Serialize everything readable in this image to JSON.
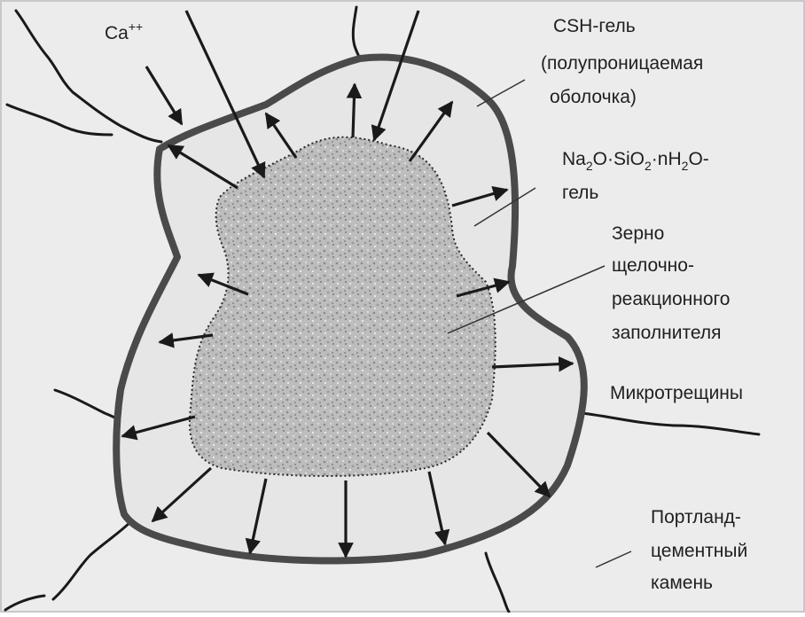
{
  "labels": {
    "ca_ion": {
      "base": "Ca",
      "sup": "++"
    },
    "csh_gel": [
      "CSH-гель",
      "(полупроницаемая",
      "оболочка)"
    ],
    "na_gel_line2": "гель",
    "grain": [
      "Зерно",
      "щелочно-",
      "реакционного",
      "заполнителя"
    ],
    "microcracks": "Микротрещины",
    "cement_stone": [
      "Портланд-",
      "цементный",
      "камень"
    ]
  },
  "na_gel_formula": {
    "parts": [
      "Na",
      "2",
      "O·SiO",
      "2",
      "·nH",
      "2",
      "O-"
    ]
  },
  "colors": {
    "background": "#ececec",
    "shell_fill": "#e6e6e6",
    "shell_stroke": "#4a4a4a",
    "grain_fill": "#b8b8b8",
    "ink": "#1a1a1a"
  }
}
